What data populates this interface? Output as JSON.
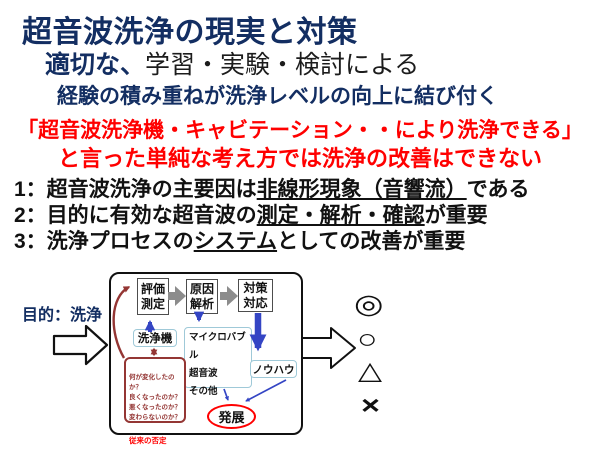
{
  "colors": {
    "navy": "#132e62",
    "red": "#ff0000",
    "dark_red": "#943634",
    "arrow_blue": "#3445c4",
    "light_blue": "#9fc9d8",
    "gray": "#8c8c8c",
    "box_border": "#4d4d4d",
    "outline": "#111111"
  },
  "header": {
    "title": "超音波洗浄の現実と対策",
    "subtitle_lead": "適切な、",
    "subtitle_rest": "学習・実験・検討による",
    "subtitle2": "経験の積み重ねが洗浄レベルの向上に結び付く"
  },
  "warning": {
    "line1": "「超音波洗浄機・キャビテーション・・により洗浄できる」",
    "line2": "と言った単純な考え方では洗浄の改善はできない"
  },
  "points": [
    {
      "prefix": "1：超音波洗浄の主要因は",
      "underlined": "非線形現象（音響流）",
      "suffix": "である"
    },
    {
      "prefix": "2：目的に有効な超音波の",
      "underlined": "測定・解析・確認",
      "suffix": "が重要"
    },
    {
      "prefix": "3：洗浄プロセスの",
      "underlined": "システム",
      "suffix": "としての改善が重要"
    }
  ],
  "diagram": {
    "goal_label": "目的：洗浄",
    "eval_box": "評価\n測定",
    "cause_box": "原因\n解析",
    "action_box": "対策\n対応",
    "machine_box": "洗浄機",
    "method_box": "マイクロバブル\n超音波\nその他",
    "knowhow_box": "ノウハウ",
    "question_box": "何が変化したのか？\n良くなったのか？\n悪くなったのか？\n変わらないのか？",
    "denial_label": "従来の否定",
    "development_label": "発展",
    "result_symbols": [
      "◎",
      "○",
      "△",
      "×"
    ]
  }
}
